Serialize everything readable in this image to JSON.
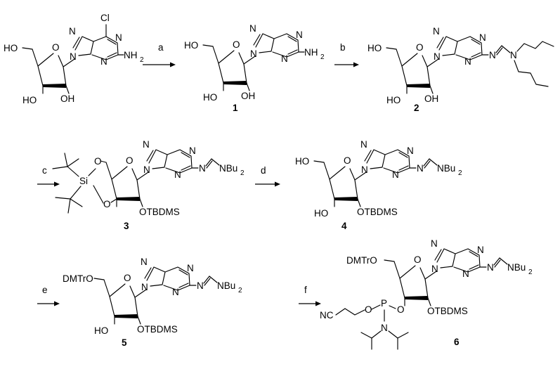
{
  "figure": {
    "steps": [
      "a",
      "b",
      "c",
      "d",
      "e",
      "f"
    ],
    "compound_numbers": [
      "1",
      "2",
      "3",
      "4",
      "5",
      "6"
    ]
  },
  "labels": {
    "cl": "Cl",
    "n": "N",
    "nh": "NH",
    "two": "2",
    "ho": "HO",
    "oh": "OH",
    "o": "O",
    "si": "Si",
    "p": "P",
    "nbu": "NBu",
    "otbdms": "OTBDMS",
    "dmtro": "DMTrO",
    "nc": "NC",
    "o_dot_p": "O.",
    "p_dot_o": ".O"
  }
}
